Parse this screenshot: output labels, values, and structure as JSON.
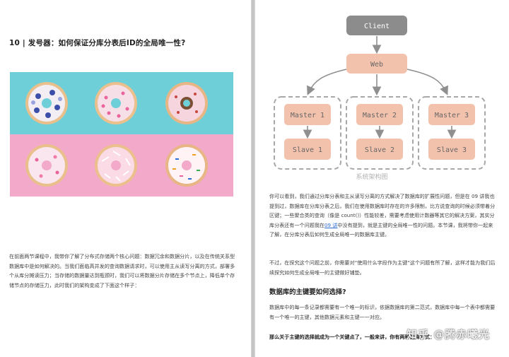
{
  "left_page": {
    "chapter_title": "10 | 发号器：如何保证分库分表后ID的全局唯一性?",
    "paragraph": "在前面两节课程中，我带你了解了分布式存储两个核心问题：数据冗余和数据分片，以及在传统关系型数据库中是如何解决的。当我们面临高并发的查询数据请求时，可以使用主从读写分离的方式，部署多个从库分摊读压力；当存储的数据量达到瓶颈时，我们可以将数据分片存储在多个节点上，降低单个存储节点的存储压力，此时我们的架构变成了下面这个样子："
  },
  "right_page": {
    "diagram": {
      "client_label": "Client",
      "web_label": "Web",
      "masters": [
        "Master 1",
        "Master 2",
        "Master 3"
      ],
      "slaves": [
        "Slave 1",
        "Slave 2",
        "Slave 3"
      ],
      "caption": "系统架构图",
      "colors": {
        "client_fill": "#8c8c8c",
        "node_fill": "#f3c2ad",
        "web_fill": "#f3c2ad",
        "arrow": "#8f8f8f",
        "dashed_border": "#a8a8a8"
      }
    },
    "para1_before_link": "你可以看到，我们通过分库分表和主从读写分离的方式解决了数据库的扩展性问题，但是在 09 讲我也提到过，数据库在分库分表之后，我们在使用数据库时存在的许多限制，比方说查询的时候必须带着分区键；一些聚合类的查询（像是 count()）性能较差，需要考虑使用计数器等其它的解决方案，其实分库分表还有一个问题我在",
    "para1_link": "09 讲",
    "para1_after_link": "中没有提到，就是主键的全局唯一性的问题。本节课，我将带你一起来了解，在分库分表后如何生成全局唯一的数据库主键。",
    "para2": "不过，在探究这个问题之前，你需要对“使用什么字段作为主键”这个问题有所了解，这样才能为我们后续探究如何生成全局唯一的主键做好铺垫。",
    "section_heading": "数据库的主键要如何选择?",
    "para3": "数据库中的每一条记录都需要有一个唯一的标识，依据数据库的第二范式，数据库中每一个表中都需要有一个唯一的主键，其他数据元素和主键一一对应。",
    "para4": "那么关于主键的选择就成为一个关键点了，一般来讲，你有两种选择方式：",
    "watermark": "知乎 @腾赤曦光"
  }
}
